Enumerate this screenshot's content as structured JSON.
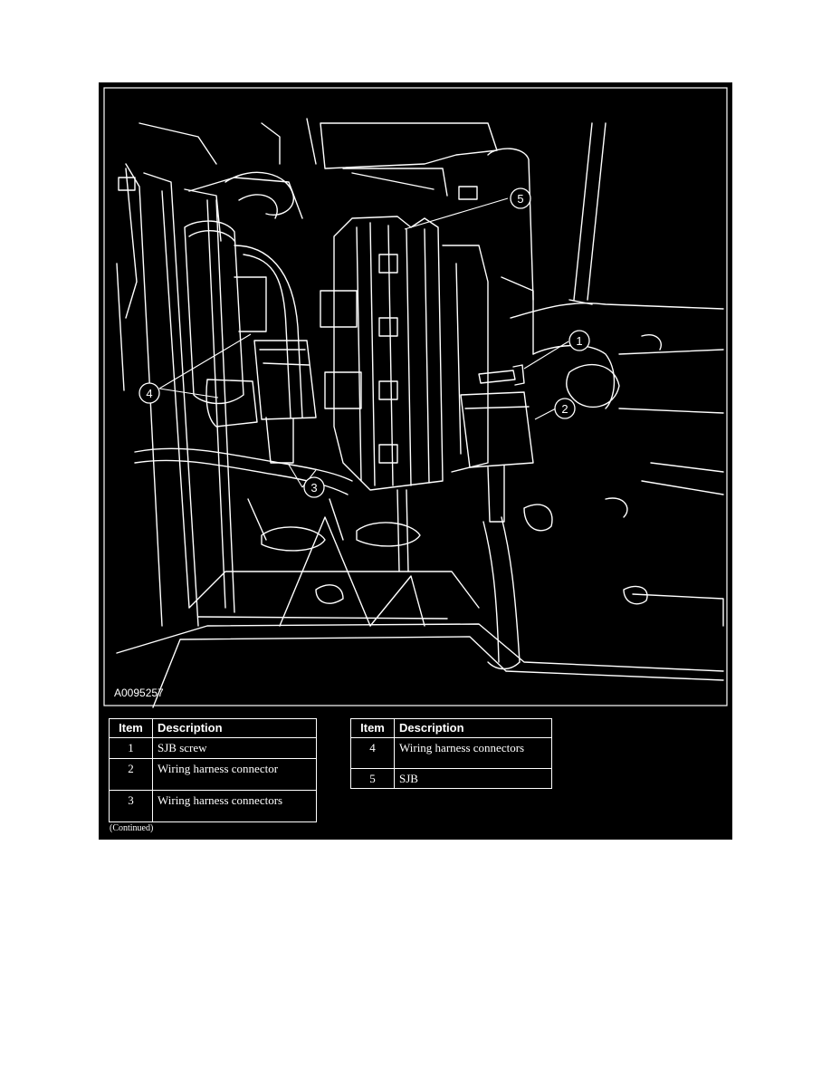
{
  "figure": {
    "id": "A0095257",
    "callouts": [
      "1",
      "2",
      "3",
      "4",
      "5"
    ]
  },
  "legend": {
    "header_item": "Item",
    "header_description": "Description",
    "left_rows": [
      {
        "item": "1",
        "description": "SJB screw"
      },
      {
        "item": "2",
        "description": "Wiring harness connector"
      },
      {
        "item": "3",
        "description": "Wiring harness connectors"
      }
    ],
    "right_rows": [
      {
        "item": "4",
        "description": "Wiring harness connectors"
      },
      {
        "item": "5",
        "description": "SJB"
      }
    ]
  },
  "footer": {
    "continued": "(Continued)"
  },
  "colors": {
    "background": "#000000",
    "line_art": "#ffffff",
    "page": "#ffffff"
  }
}
